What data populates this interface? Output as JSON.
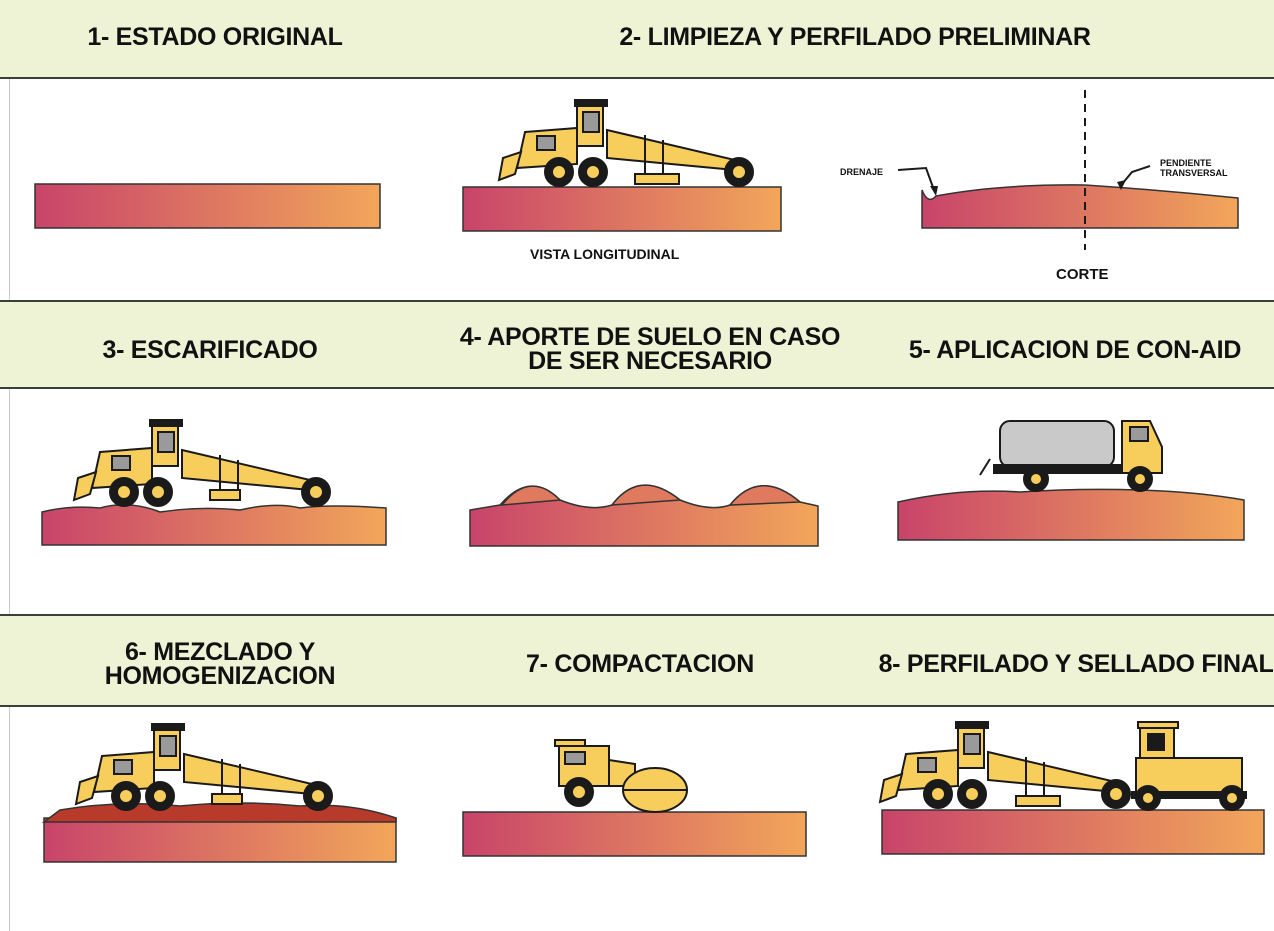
{
  "diagram": {
    "colors": {
      "band": "#eef3d6",
      "soil_left": "#c8446a",
      "soil_right": "#f2a65a",
      "machine": "#f7cd5c",
      "outline": "#1a1a1a"
    },
    "steps": [
      {
        "label": "1- ESTADO ORIGINAL"
      },
      {
        "label": "2- LIMPIEZA Y PERFILADO PRELIMINAR"
      },
      {
        "label": "3- ESCARIFICADO"
      },
      {
        "label": "4- APORTE DE SUELO EN CASO\nDE SER NECESARIO"
      },
      {
        "label": "5- APLICACION DE CON-AID"
      },
      {
        "label": "6- MEZCLADO Y\nHOMOGENIZACION"
      },
      {
        "label": "7- COMPACTACION"
      },
      {
        "label": "8- PERFILADO Y SELLADO FINAL"
      }
    ],
    "annotations": {
      "vista": "VISTA LONGITUDINAL",
      "corte": "CORTE",
      "drenaje": "DRENAJE",
      "pendiente": "PENDIENTE\nTRANSVERSAL"
    }
  }
}
